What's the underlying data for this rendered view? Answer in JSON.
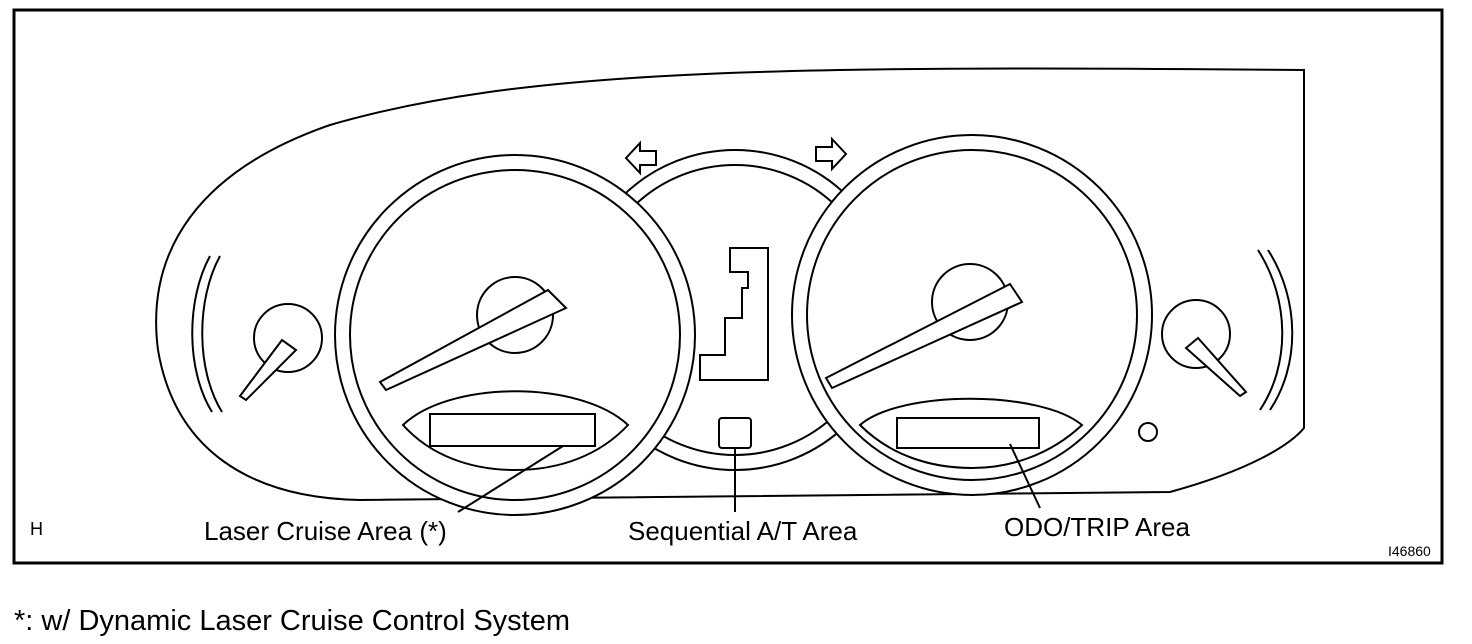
{
  "diagram": {
    "corner_label": "H",
    "figure_code": "I46860",
    "labels": {
      "laser_cruise": "Laser Cruise Area (*)",
      "sequential_at": "Sequential A/T Area",
      "odo_trip": "ODO/TRIP Area"
    },
    "footnote": "*: w/ Dynamic Laser Cruise Control System"
  }
}
